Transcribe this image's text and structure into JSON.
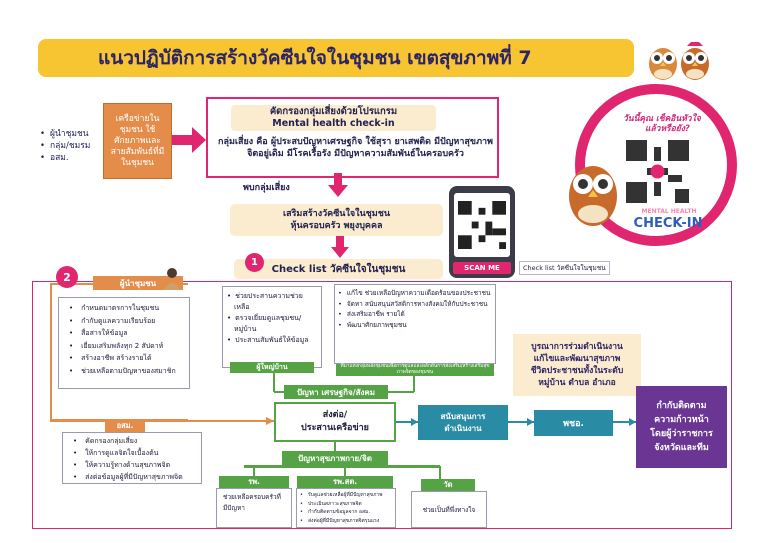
{
  "title": "แนวปฏิบัติการสร้างวัคซีนใจในชุมชน เขตสุขภาพที่ 7",
  "actors": [
    "ผู้นำชุมชน",
    "กลุ่ม/ชมรม",
    "อสม."
  ],
  "network_box": "เครือข่ายในชุมชน ใช้ศักยภาพและสายสัมพันธ์ที่มีในชุมชน",
  "screening": {
    "head_line1": "คัดกรองกลุ่มเสี่ยงด้วยโปรแกรม",
    "head_line2": "Mental health check-in",
    "body": "กลุ่มเสี่ยง คือ ผู้ประสบปัญหาเศรษฐกิจ ใช้สุรา ยาเสพติด มีปัญหาสุขภาพจิตอยู่เดิม มีโรคเรื้อรัง มีปัญหาความสัมพันธ์ในครอบครัว"
  },
  "found_label": "พบกลุ่มเสี่ยง",
  "strengthen": {
    "line1": "เสริมสร้างวัคซีนใจในชุมชน",
    "line2": "หุ้นครอบครัว พยุงบุคคล"
  },
  "checklist": {
    "number": "1",
    "label": "Check list วัคซีนใจในชุมชน",
    "caption": "Check list วัคซีนใจในชุมชน"
  },
  "phone": {
    "scan_label": "SCAN ME"
  },
  "promo": {
    "line1": "วันนี้คุณ เช็คอินหัวใจ",
    "line2": "แล้วหรือยัง?",
    "mental_health": "MENTAL HEALTH",
    "check_in": "CHECK-IN"
  },
  "leader": {
    "number": "2",
    "tag": "ผู้นำชุมชน",
    "items": [
      "กำหนดมาตรการในชุมชน",
      "กำกับดูแลความเรียบร้อย",
      "สื่อสารให้ข้อมูล",
      "เยี่ยมเสริมพลังทุก 2 สัปดาห์",
      "สร้างอาชีพ สร้างรายได้",
      "ช่วยเหลือตามปัญหาของสมาชิก"
    ]
  },
  "osm": {
    "tag": "อสม.",
    "items": [
      "คัดกรองกลุ่มเสี่ยง",
      "ให้การดูแลจิตใจเบื้องต้น",
      "ให้ความรู้ทางด้านสุขภาพจิต",
      "ส่งต่อข้อมูลผู้ที่มีปัญหาสุขภาพจิต"
    ]
  },
  "village": {
    "tag": "ผู้ใหญ่บ้าน",
    "items": [
      "ช่วยประสานความช่วยเหลือ",
      "ตรวจเยี่ยมดูแลชุมชน/หมู่บ้าน",
      "ประสานสัมพันธ์ให้ข้อมูล"
    ]
  },
  "family": {
    "tag": "ที่มาแห่งกลุ่มพลังชุมชนเพื่อการดูแลและผลักดันการส่งเสริม/สร้างเสริมสุขภาพจิตของชุมชน",
    "items": [
      "แก้ไข ช่วยเหลือปัญหาความเดือดร้อนของประชาชน",
      "จัดหา สนับสนุนสวัสดิการทางสังคมให้กับประชาชน",
      "ส่งเสริมอาชีพ รายได้",
      "พัฒนาศักยภาพชุมชน"
    ]
  },
  "integration": {
    "line1": "บูรณาการร่วมดำเนินงาน",
    "line2": "แก้ไขและพัฒนาสุขภาพ",
    "line3": "ชีวิตประชาชนทั้งในระดับ",
    "line4": "หมู่บ้าน ตำบล อำเภอ"
  },
  "flow": {
    "econ_tag": "ปัญหา เศรษฐกิจ/สังคม",
    "coord_line1": "ส่งต่อ/",
    "coord_line2": "ประสานเครือข่าย",
    "support_line1": "สนับสนุนการ",
    "support_line2": "ดำเนินงาน",
    "dhb": "พชอ.",
    "governor_line1": "กำกับติดตาม",
    "governor_line2": "ความก้าวหน้า",
    "governor_line3": "โดยผู้ว่าราชการ",
    "governor_line4": "จังหวัดและทีม",
    "health_tag": "ปัญหาสุขภาพกาย/จิต"
  },
  "hospital": {
    "tag": "รพ.",
    "body": "ช่วยเหลือครอบครัวที่มีปัญหา"
  },
  "rph": {
    "tag": "รพ.สต.",
    "items": [
      "รับดูแลช่วยเหลือผู้ที่มีปัญหาสุขภาพ",
      "ประเมินสภาวะสุขภาพจิต",
      "กำกับติดตามข้อมูลจาก อสม.",
      "ส่งต่อผู้ที่มีปัญหาสุขภาพจิตรุนแรง"
    ]
  },
  "temple": {
    "tag": "วัด",
    "body": "ช่วยเป็นที่พึ่งทางใจ"
  },
  "colors": {
    "title_bg": "#f7c531",
    "accent_pink": "#e0266f",
    "orange": "#e48d4a",
    "green": "#56a346",
    "teal": "#2a8ba4",
    "purple": "#6a3593"
  }
}
